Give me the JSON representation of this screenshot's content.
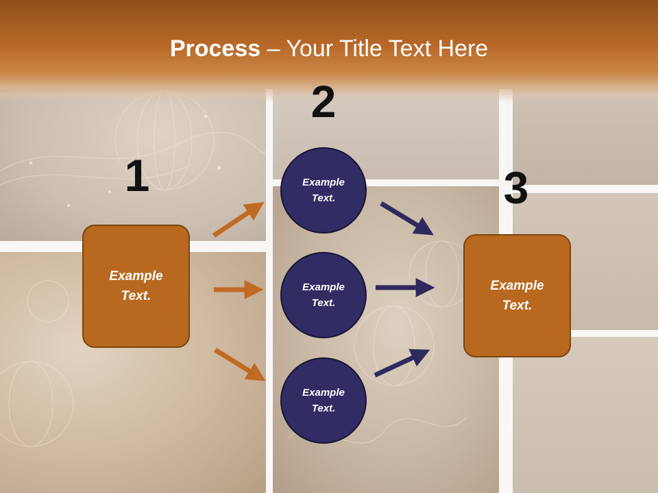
{
  "title": {
    "bold": "Process",
    "rest": " – Your Title Text Here"
  },
  "steps": {
    "one": "1",
    "two": "2",
    "three": "3"
  },
  "left_box": {
    "line1": "Example",
    "line2": "Text."
  },
  "circles": [
    {
      "line1": "Example",
      "line2": "Text."
    },
    {
      "line1": "Example",
      "line2": "Text."
    },
    {
      "line1": "Example",
      "line2": "Text."
    }
  ],
  "right_box": {
    "line1": "Example",
    "line2": "Text."
  },
  "colors": {
    "title_bar": "#b9692a",
    "box_fill": "#b8691f",
    "circle_fill": "#312c63",
    "orange_arrow": "#c06a24",
    "navy_arrow": "#2e2a5e"
  }
}
